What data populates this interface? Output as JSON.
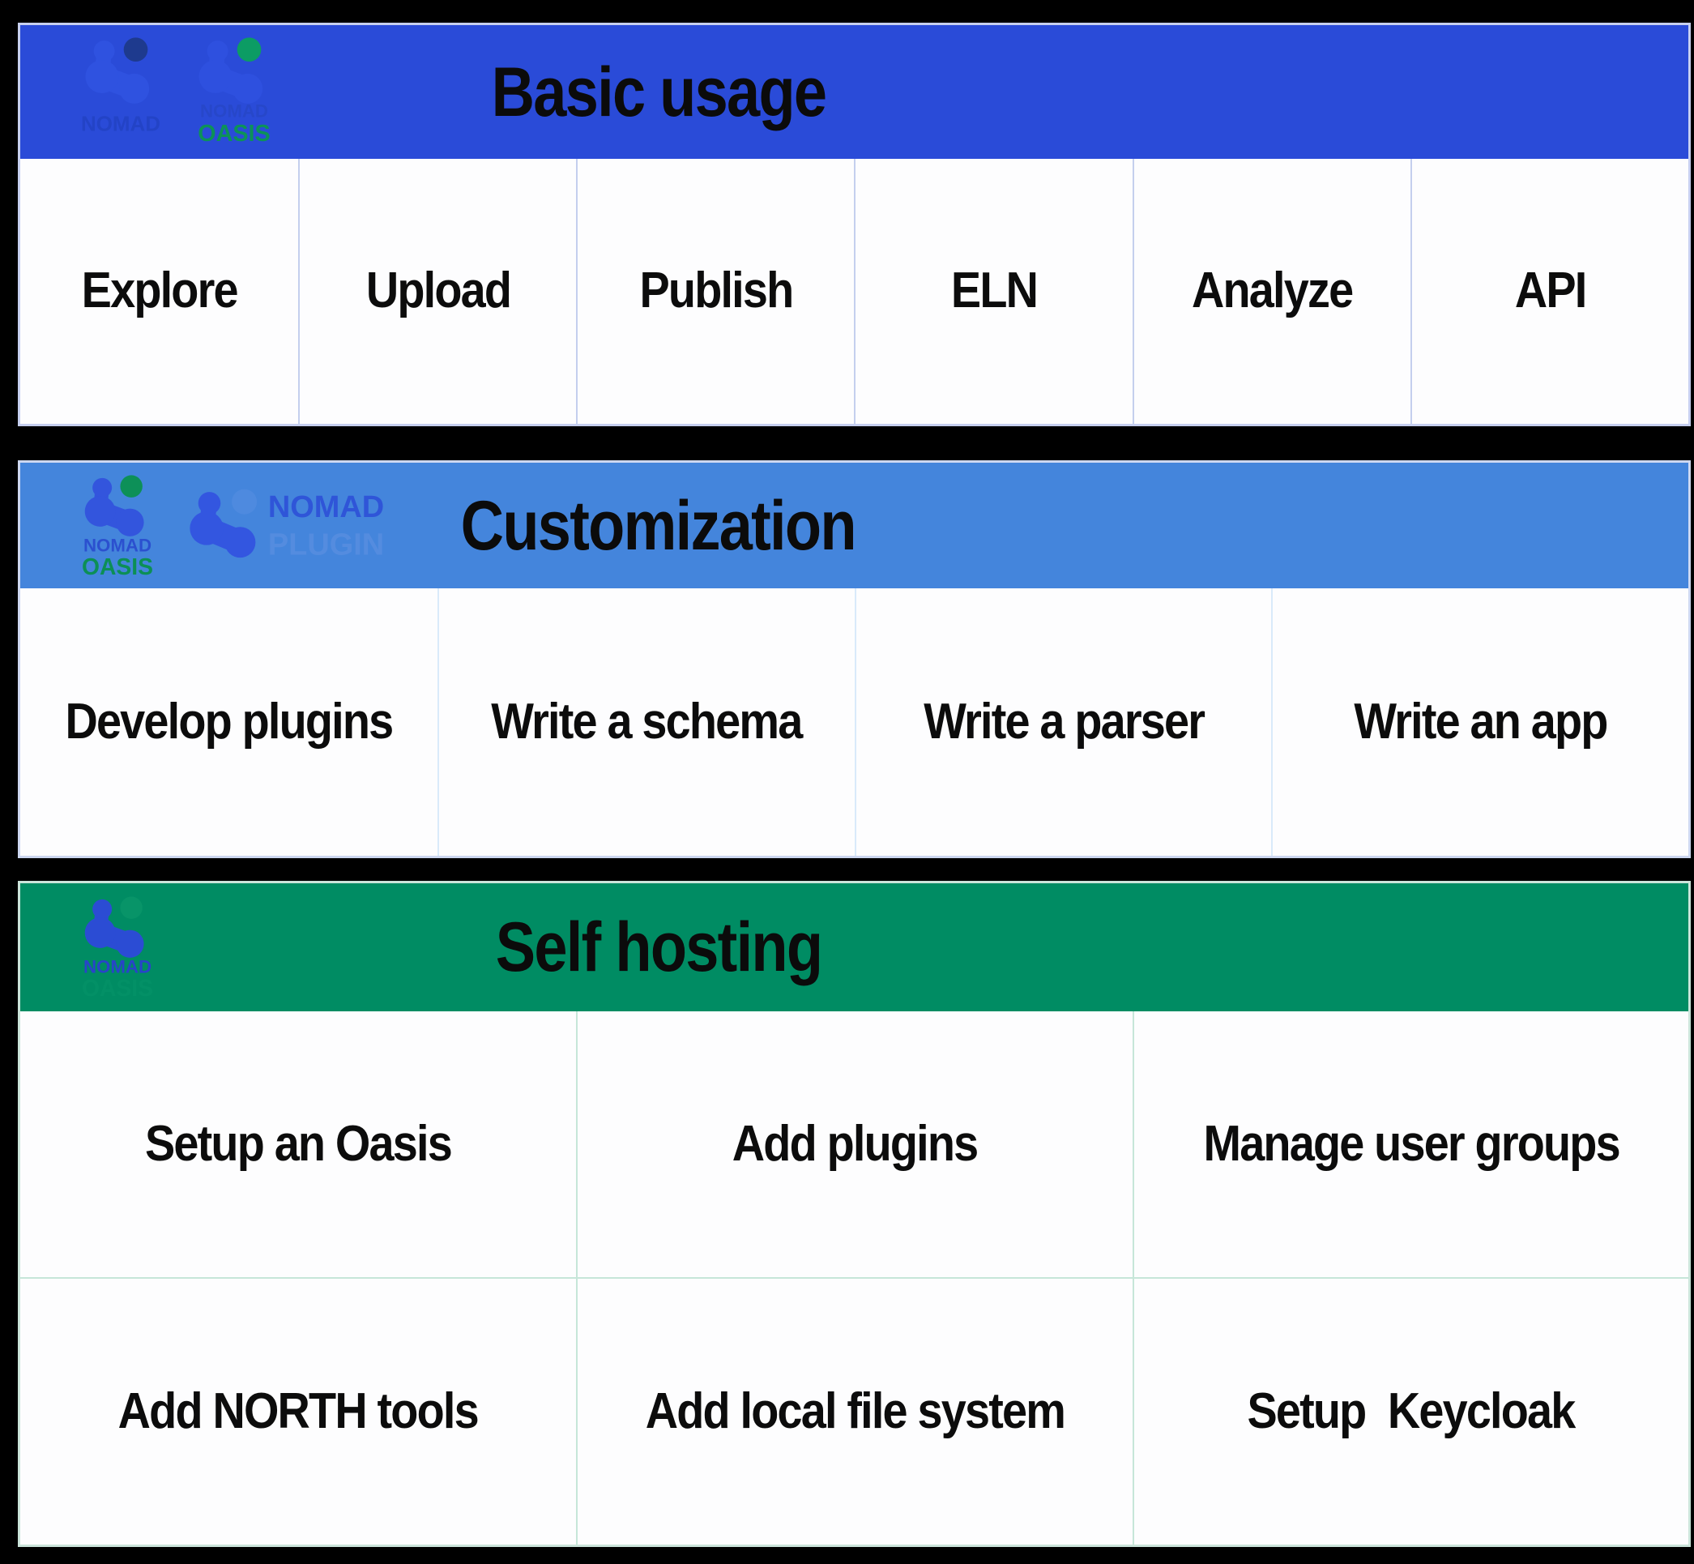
{
  "sections": [
    {
      "title": "Basic usage",
      "items": [
        "Explore",
        "Upload",
        "Publish",
        "ELN",
        "Analyze",
        "API"
      ]
    },
    {
      "title": "Customization",
      "items": [
        "Develop plugins",
        "Write a schema",
        "Write a parser",
        "Write an app"
      ]
    },
    {
      "title": "Self hosting",
      "items": [
        "Setup an Oasis",
        "Add plugins",
        "Manage user groups",
        "Add NORTH tools",
        "Add local file system",
        "Setup  Keycloak"
      ]
    }
  ],
  "logos": {
    "nomad": "NOMAD",
    "oasis": "OASIS",
    "plugin": "PLUGIN"
  },
  "colors": {
    "basic_header": "#2a4bd8",
    "customization_header": "#4485dc",
    "self_hosting_header": "#008c63",
    "oasis_green": "#0c9258",
    "nomad_blue": "#2b4fd0",
    "background": "#000000"
  }
}
